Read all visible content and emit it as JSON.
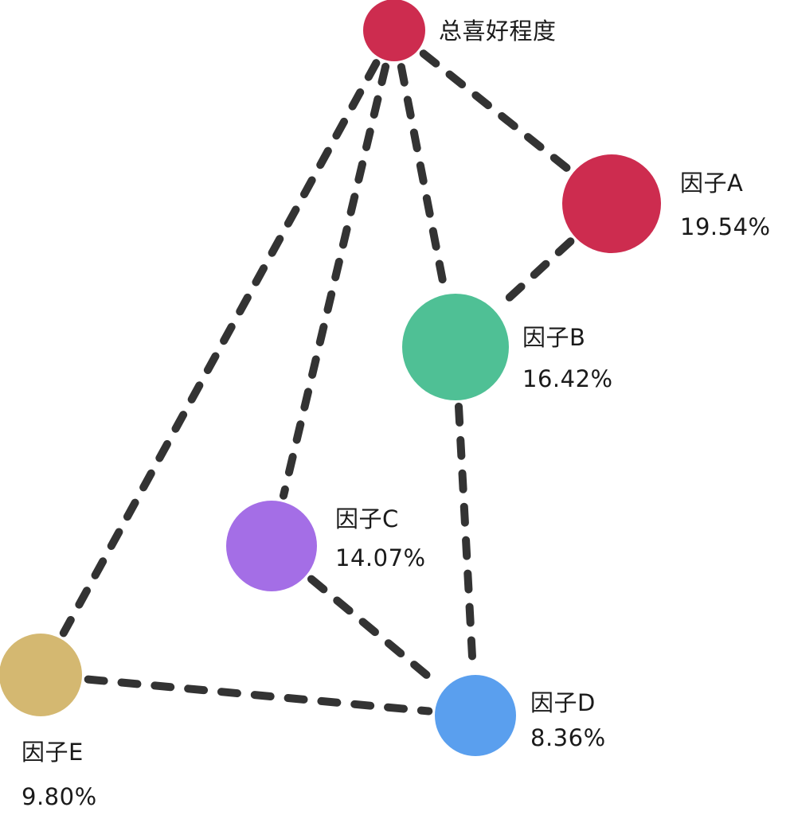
{
  "root": {
    "label": "总喜好程度",
    "color": "#cd2c4f"
  },
  "factors": [
    {
      "id": "A",
      "name": "因子A",
      "percent": "19.54%",
      "color": "#cd2c4f"
    },
    {
      "id": "B",
      "name": "因子B",
      "percent": "16.42%",
      "color": "#4fc095"
    },
    {
      "id": "C",
      "name": "因子C",
      "percent": "14.07%",
      "color": "#a46ee6"
    },
    {
      "id": "D",
      "name": "因子D",
      "percent": "8.36%",
      "color": "#5a9fee"
    },
    {
      "id": "E",
      "name": "因子E",
      "percent": "9.80%",
      "color": "#d4b871"
    }
  ],
  "edges": [
    [
      "root",
      "A"
    ],
    [
      "root",
      "B"
    ],
    [
      "root",
      "C"
    ],
    [
      "root",
      "E"
    ],
    [
      "A",
      "B"
    ],
    [
      "B",
      "D"
    ],
    [
      "C",
      "D"
    ],
    [
      "E",
      "D"
    ]
  ],
  "style": {
    "edge_color": "#333333",
    "text_color": "#1a1a1a"
  }
}
